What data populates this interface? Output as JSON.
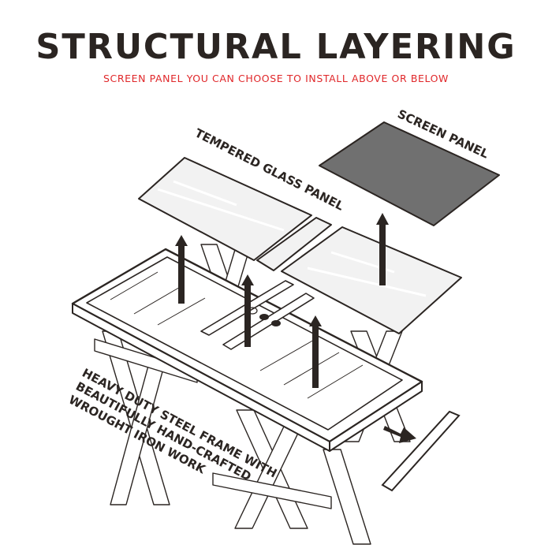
{
  "header": {
    "title": "STRUCTURAL LAYERING",
    "subtitle": "SCREEN PANEL YOU CAN CHOOSE TO INSTALL ABOVE OR BELOW"
  },
  "labels": {
    "screen_panel": "SCREEN PANEL",
    "glass_panel": "TEMPERED GLASS PANEL",
    "frame_line1": "HEAVY DUTY STEEL FRAME WITH",
    "frame_line2": "BEAUTIFULLY HAND-CRAFTED",
    "frame_line3": "WROUGHT IRON WORK"
  },
  "colors": {
    "text": "#2b2522",
    "accent": "#e0272a",
    "screen_fill": "#707070",
    "glass_fill": "#f2f2f2",
    "line": "#2b2522"
  }
}
